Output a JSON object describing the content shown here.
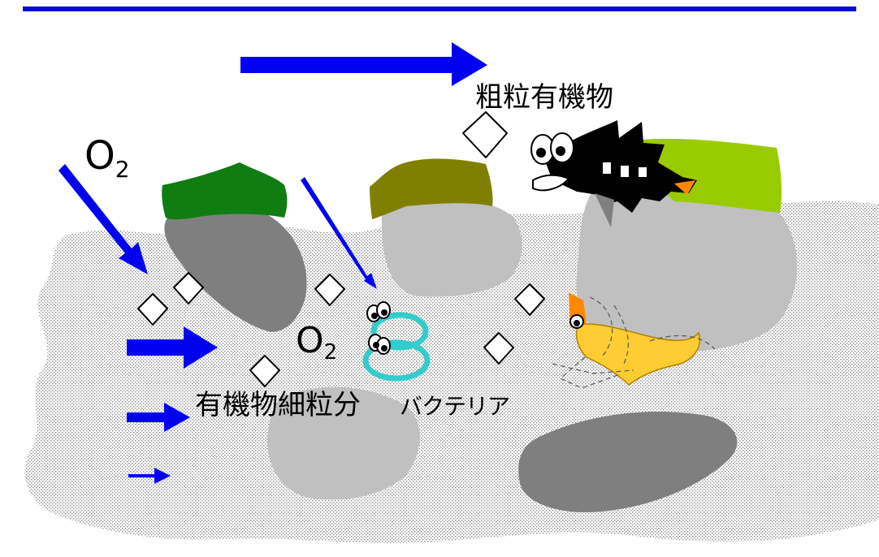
{
  "labels": {
    "coarse_organic_matter": "粗粒有機物",
    "fine_organic_particles": "有機物細粒分",
    "bacteria": "バクテリア",
    "oxygen_top": {
      "main": "O",
      "sub": "2"
    },
    "oxygen_middle": {
      "main": "O",
      "sub": "2"
    }
  },
  "colors": {
    "header_bar": "#0a0ad4",
    "arrow": "#0000ee",
    "sediment_dots": "#8a8a8a",
    "dark_stone": "#7f7f7f",
    "light_stone": "#c0c0c0",
    "green_moss": "#0f7d12",
    "olive_moss": "#808000",
    "lime_leaf": "#99cc00",
    "bacteria": "#33cccc",
    "fish": "#000000",
    "shrimp": "#ffcc33"
  },
  "icons": [
    "fish-icon",
    "shrimp-icon",
    "bacteria-icon",
    "organic-particle-icon",
    "arrow-icon"
  ]
}
